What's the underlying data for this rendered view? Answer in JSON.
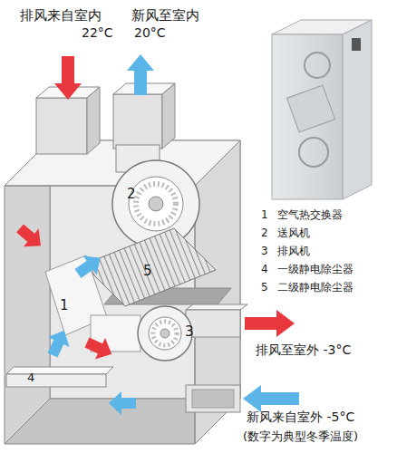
{
  "diagram": {
    "labels": [
      "排风来自室内",
      "22°C",
      "新风至室内",
      "20°C",
      "1",
      "空气热交换器",
      "2",
      "送风机",
      "3",
      "排风机",
      "4",
      "一级静电除尘器",
      "5",
      "二级静电除尘器",
      "2",
      "5",
      "1",
      "3",
      "4",
      "排风至室外 -3°C",
      "新风来自室外 -5°C",
      "(数字为典型冬季温度)"
    ]
  }
}
